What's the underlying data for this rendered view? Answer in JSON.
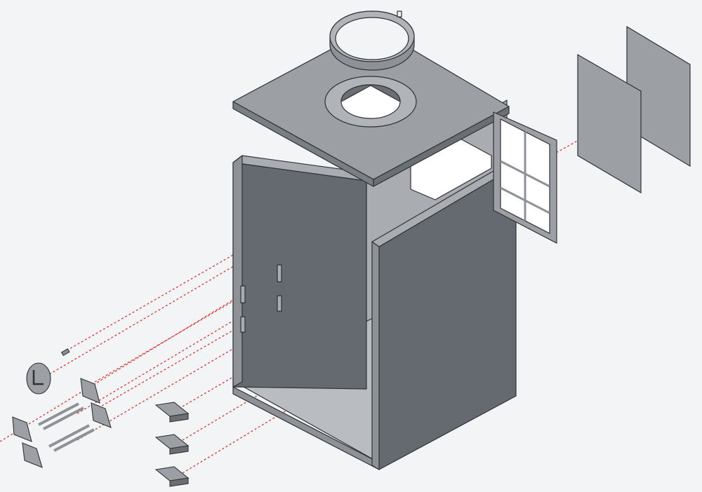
{
  "diagram": {
    "type": "exploded-isometric-cad-assembly",
    "colors": {
      "background": "#f3f4f6",
      "face_light": "#a9adb1",
      "face_mid": "#8e9296",
      "face_dark": "#646a70",
      "edge": "#2e3236",
      "explode_line": "#d23a3a"
    },
    "parts": [
      "top-ring",
      "roof-panel",
      "window-frame",
      "glass-panel-front",
      "glass-panel-back",
      "box-body",
      "left-side-wall",
      "right-front-wall",
      "clock-face",
      "small-pin",
      "hinge-brackets",
      "dowel-rods",
      "mounting-clips"
    ]
  }
}
